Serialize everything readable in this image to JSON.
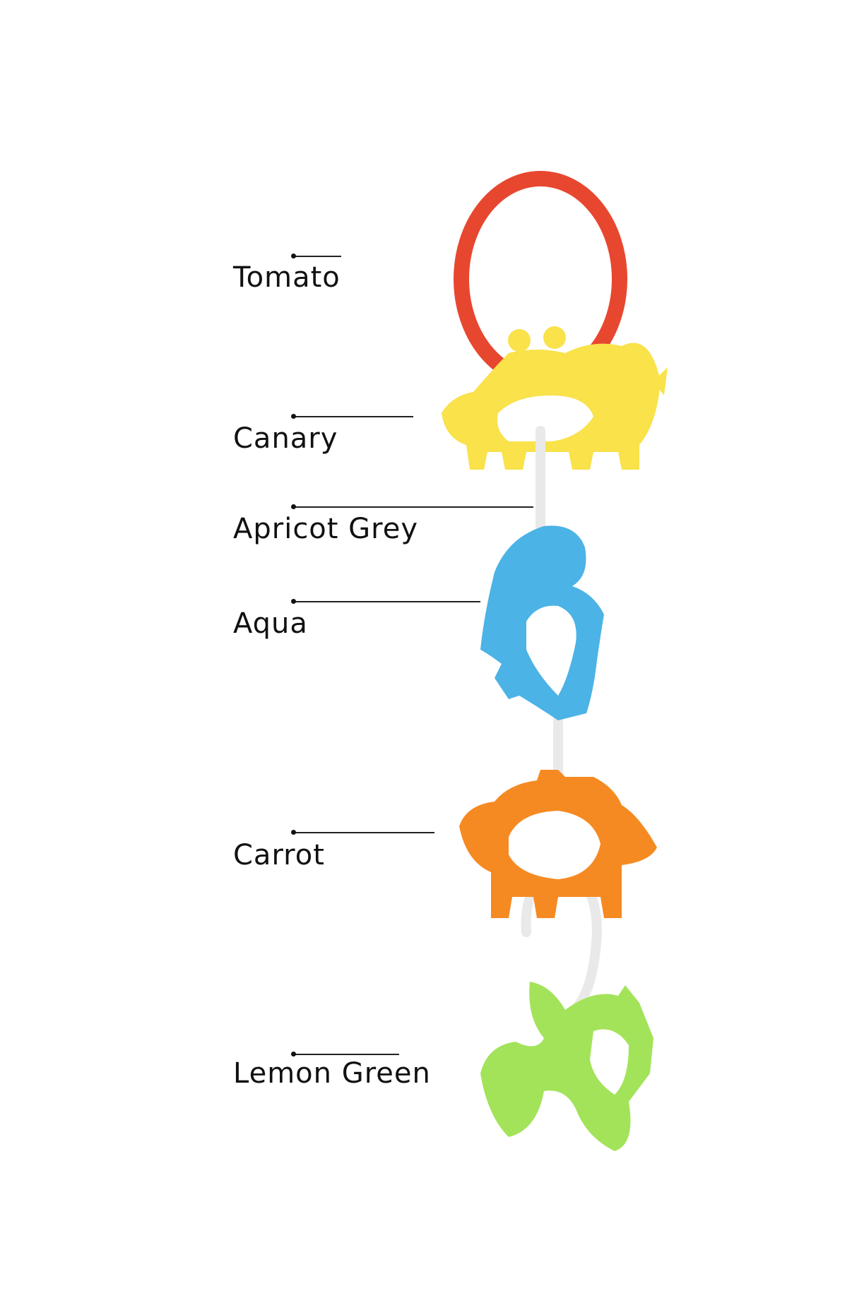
{
  "image": {
    "subject": "Dinosaur teether chain toy with color labels",
    "labels": [
      {
        "text": "Tomato",
        "color": "#e8472f"
      },
      {
        "text": "Canary",
        "color": "#f9e24a"
      },
      {
        "text": "Apricot Grey",
        "color": "#eeeeee"
      },
      {
        "text": "Aqua",
        "color": "#4bb3e6"
      },
      {
        "text": "Carrot",
        "color": "#f58a22"
      },
      {
        "text": "Lemon Green",
        "color": "#a3e35a"
      }
    ]
  }
}
